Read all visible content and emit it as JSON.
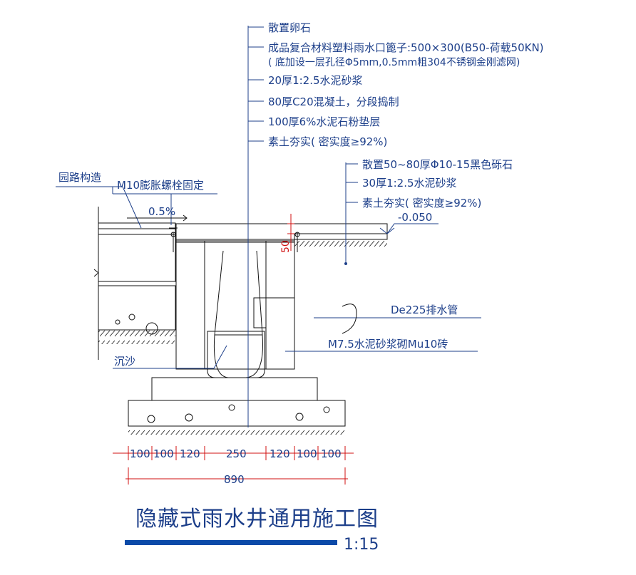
{
  "top_callouts": [
    "散置卵石",
    "成品复合材料塑料雨水口篦子:500×300(B50-荷载50KN)",
    "( 底加设一层孔径Φ5mm,0.5mm粗304不锈钢金刚滤网)",
    "20厚1:2.5水泥砂浆",
    "80厚C20混凝土，分段捣制",
    "100厚6%水泥石粉垫层",
    "素土夯实( 密实度≥92%)"
  ],
  "right_callouts": [
    "散置50~80厚Φ10-15黑色砾石",
    "30厚1:2.5水泥砂浆",
    "素土夯实( 密实度≥92%)"
  ],
  "left_labels": {
    "road": "园路构造",
    "bolt": "M10膨胀螺栓固定",
    "slope": "0.5%",
    "sand": "沉沙"
  },
  "elevation": "-0.050",
  "elevation_dim": "50",
  "pipe_label": "De225排水管",
  "brick_label": "M7.5水泥砂浆砌Mu10砖",
  "dimensions": {
    "segments": [
      "100",
      "100",
      "120",
      "250",
      "120",
      "100",
      "100"
    ],
    "total": "890"
  },
  "title": "隐藏式雨水井通用施工图",
  "scale": "1:15",
  "colors": {
    "annotation": "#1d3f8a",
    "dimension": "#d01010",
    "line": "#111111"
  }
}
